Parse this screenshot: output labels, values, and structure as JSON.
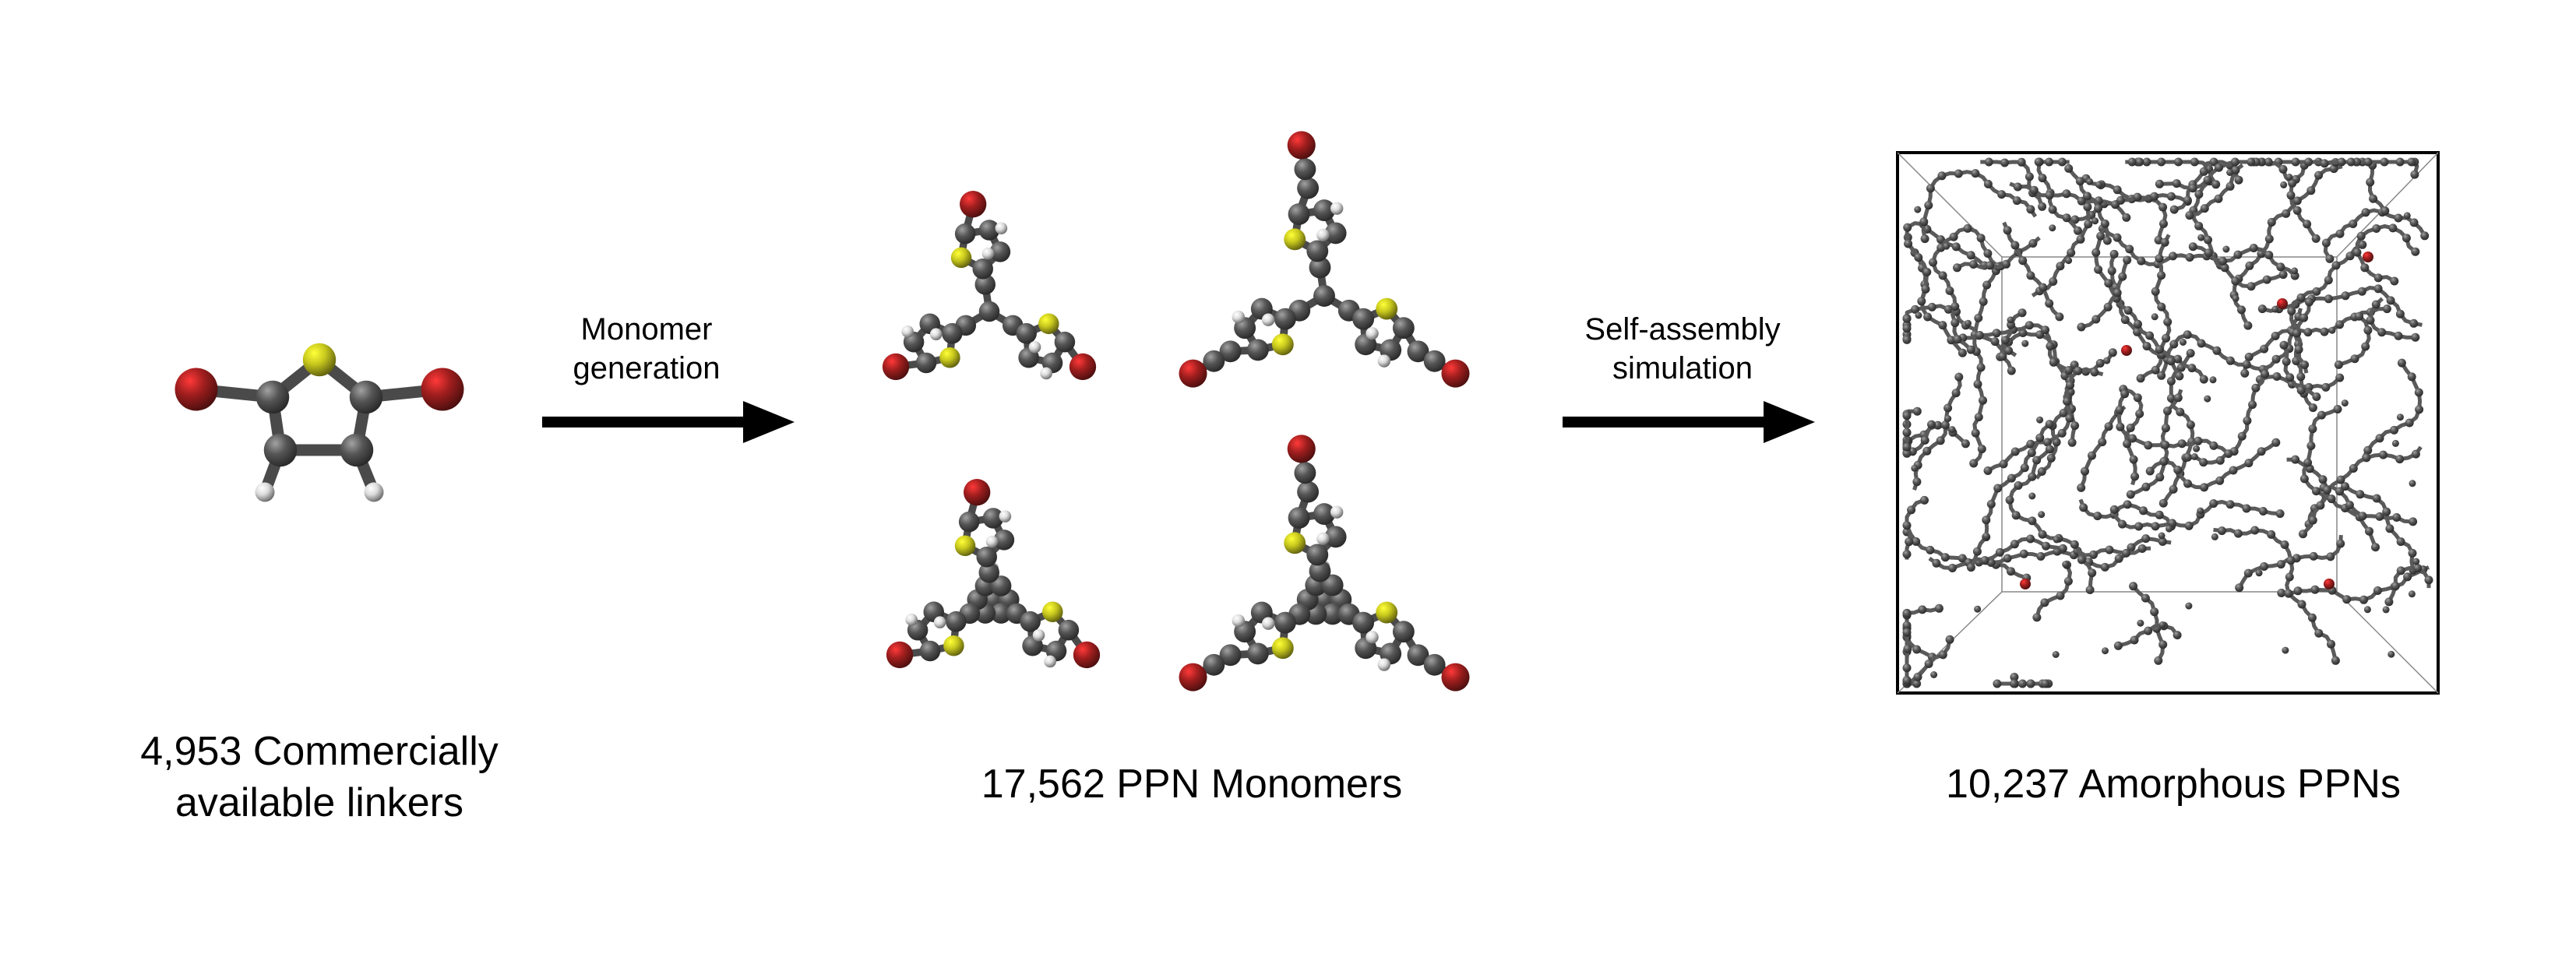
{
  "stages": [
    {
      "id": "linkers",
      "caption": "4,953 Commercially available linkers"
    },
    {
      "id": "monomers",
      "caption": "17,562 PPN Monomers"
    },
    {
      "id": "ppns",
      "caption": "10,237 Amorphous PPNs"
    }
  ],
  "arrows": [
    {
      "label_line1": "Monomer",
      "label_line2": "generation"
    },
    {
      "label_line1": "Self-assembly",
      "label_line2": "simulation"
    }
  ],
  "colors": {
    "carbon": "#555555",
    "sulfur": "#c8c81e",
    "bromine": "#a01e1e",
    "hydrogen": "#dcdcdc",
    "arrow": "#000000"
  }
}
